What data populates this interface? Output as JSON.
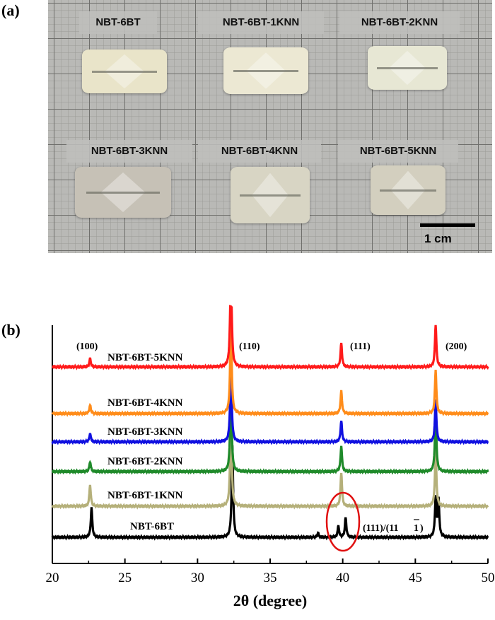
{
  "panels": {
    "a_label": "(a)",
    "b_label": "(b)"
  },
  "photo": {
    "samples": [
      {
        "label": "NBT-6BT",
        "color": "#e9e4c9"
      },
      {
        "label": "NBT-6BT-1KNN",
        "color": "#ece8d3"
      },
      {
        "label": "NBT-6BT-2KNN",
        "color": "#e7e7d4"
      },
      {
        "label": "NBT-6BT-3KNN",
        "color": "#c6c1b6"
      },
      {
        "label": "NBT-6BT-4KNN",
        "color": "#d8d5c4"
      },
      {
        "label": "NBT-6BT-5KNN",
        "color": "#d3cfbf"
      }
    ],
    "scale_bar_label": "1 cm"
  },
  "chart_data": {
    "type": "line",
    "xlabel": "2θ (degree)",
    "xlim": [
      20,
      50
    ],
    "xticks": [
      20,
      25,
      30,
      35,
      40,
      45,
      50
    ],
    "y_axis_shown": false,
    "peak_labels": [
      "(100)",
      "(110)",
      "(111)",
      "(200)",
      "(111)/(11",
      "1",
      ")"
    ],
    "series": [
      {
        "name": "NBT-6BT",
        "color": "#000000",
        "peaks": [
          {
            "x": 22.7,
            "h": 42
          },
          {
            "x": 32.4,
            "h": 130
          },
          {
            "x": 38.3,
            "h": 6
          },
          {
            "x": 39.7,
            "h": 16
          },
          {
            "x": 40.2,
            "h": 28
          },
          {
            "x": 46.4,
            "h": 55
          },
          {
            "x": 46.6,
            "h": 52
          }
        ]
      },
      {
        "name": "NBT-6BT-1KNN",
        "color": "#b5b07a",
        "peaks": [
          {
            "x": 22.6,
            "h": 30
          },
          {
            "x": 32.3,
            "h": 140
          },
          {
            "x": 39.9,
            "h": 48
          },
          {
            "x": 46.4,
            "h": 80
          }
        ]
      },
      {
        "name": "NBT-6BT-2KNN",
        "color": "#1f8a2a",
        "peaks": [
          {
            "x": 22.6,
            "h": 14
          },
          {
            "x": 32.3,
            "h": 130
          },
          {
            "x": 39.9,
            "h": 36
          },
          {
            "x": 46.4,
            "h": 88
          }
        ]
      },
      {
        "name": "NBT-6BT-3KNN",
        "color": "#1010e0",
        "peaks": [
          {
            "x": 22.6,
            "h": 12
          },
          {
            "x": 32.3,
            "h": 120
          },
          {
            "x": 39.9,
            "h": 30
          },
          {
            "x": 46.4,
            "h": 60
          }
        ]
      },
      {
        "name": "NBT-6BT-4KNN",
        "color": "#ff8c1a",
        "peaks": [
          {
            "x": 22.6,
            "h": 12
          },
          {
            "x": 32.3,
            "h": 140
          },
          {
            "x": 39.9,
            "h": 32
          },
          {
            "x": 46.4,
            "h": 62
          }
        ]
      },
      {
        "name": "NBT-6BT-5KNN",
        "color": "#ff1a1a",
        "peaks": [
          {
            "x": 22.6,
            "h": 12
          },
          {
            "x": 32.3,
            "h": 160
          },
          {
            "x": 39.9,
            "h": 34
          },
          {
            "x": 46.4,
            "h": 60
          }
        ]
      }
    ]
  }
}
